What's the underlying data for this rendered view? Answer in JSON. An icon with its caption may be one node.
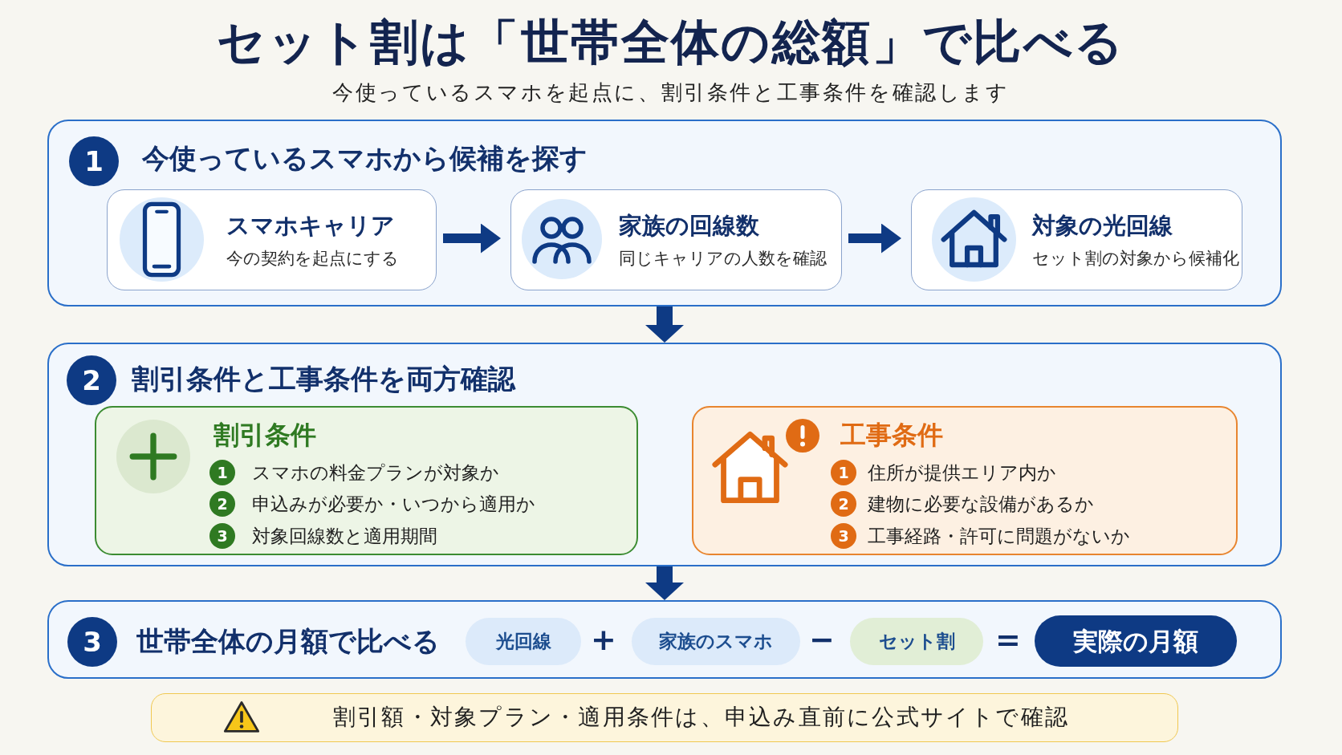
{
  "diagram": {
    "title": "セット割は「世帯全体の総額」で比べる",
    "nodes": [
      {
        "text": [
          "今使っているスマホから候補を探す"
        ]
      },
      {
        "text": [
          "1"
        ],
        "in": 0
      },
      {
        "text": [
          "スマホキャリア",
          "今の契約を起点にする"
        ],
        "in": 0
      },
      {
        "text": [
          "家族の回線数",
          "同じキャリアの人数を確認"
        ],
        "in": 0
      },
      {
        "text": [
          "対象の光回線",
          "セット割の対象から候補化"
        ],
        "in": 0
      },
      {
        "text": [
          "割引条件と工事条件を両方確認"
        ]
      },
      {
        "text": [
          "2"
        ],
        "in": 5
      },
      {
        "text": [
          "割引条件"
        ],
        "in": 5
      },
      {
        "text": [
          "1"
        ],
        "in": 7,
        "beside": [
          "スマホの料金プランが対象か"
        ]
      },
      {
        "text": [
          "2"
        ],
        "in": 7,
        "beside": [
          "申込みが必要か・いつから適用か"
        ]
      },
      {
        "text": [
          "3"
        ],
        "in": 7,
        "beside": [
          "対象回線数と適用期間"
        ]
      },
      {
        "text": [
          "工事条件"
        ],
        "in": 5
      },
      {
        "text": [
          "1"
        ],
        "in": 11,
        "beside": [
          "住所が提供エリア内か"
        ]
      },
      {
        "text": [
          "2"
        ],
        "in": 11,
        "beside": [
          "建物に必要な設備があるか"
        ]
      },
      {
        "text": [
          "3"
        ],
        "in": 11,
        "beside": [
          "工事経路・許可に問題がないか"
        ]
      },
      {
        "text": [
          "世帯全体の月額で比べる"
        ]
      },
      {
        "text": [
          "3"
        ],
        "in": 15
      },
      {
        "text": [
          "光回線"
        ],
        "in": 15
      },
      {
        "text": [
          "家族のスマホ"
        ],
        "in": 15
      },
      {
        "text": [
          "セット割"
        ],
        "in": 15
      },
      {
        "text": [
          "実際の月額"
        ],
        "in": 15
      },
      {
        "text": [
          "割引額・対象プラン・適用条件は、申込み直前に公式サイトで確認"
        ]
      }
    ],
    "edges": [
      {
        "from": 2,
        "to": 3,
        "arrow": "to"
      },
      {
        "from": 3,
        "to": 4,
        "arrow": "to"
      },
      {
        "from": 0,
        "to": 5,
        "arrow": "to"
      },
      {
        "from": 5,
        "to": 15,
        "arrow": "to"
      }
    ],
    "labels": [
      "今使っているスマホを起点に、割引条件と工事条件を確認します",
      "+",
      "−",
      "="
    ]
  }
}
